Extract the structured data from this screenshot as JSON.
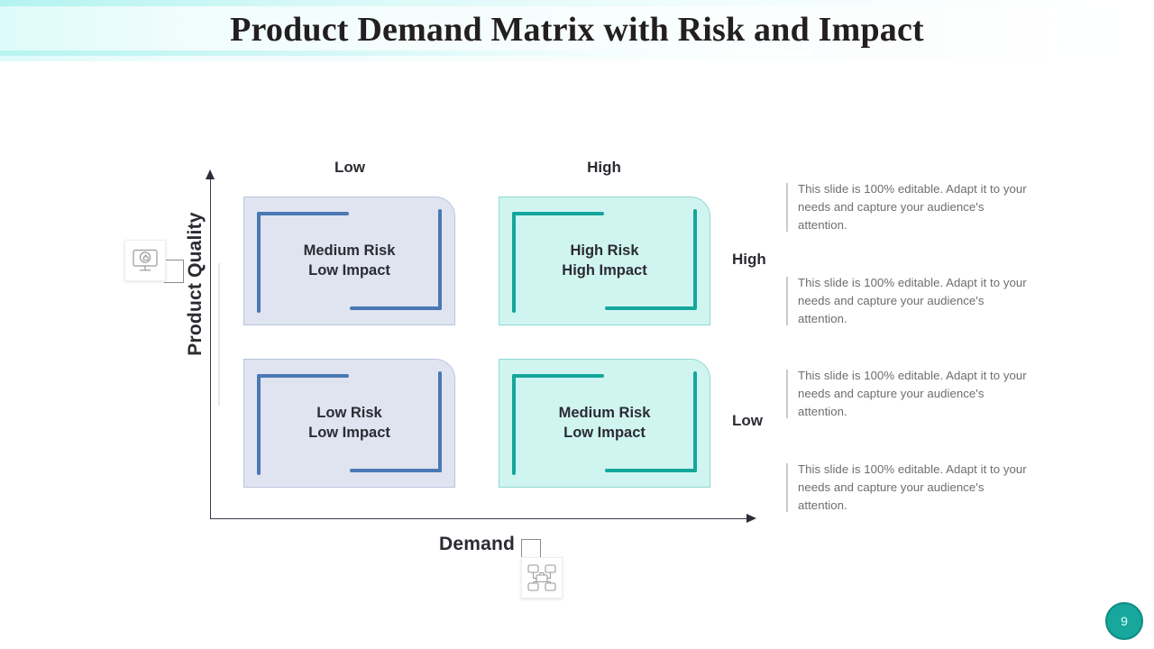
{
  "header": {
    "title": "Product Demand Matrix with Risk and Impact",
    "band_color": "#ddfbfa"
  },
  "axes": {
    "y_title": "Product Quality",
    "x_title": "Demand",
    "column_headers": [
      "Low",
      "High"
    ],
    "row_headers": [
      "High",
      "Low"
    ]
  },
  "quadrants": [
    {
      "id": "top-left",
      "label": "Medium Risk\nLow Impact",
      "risk": "Medium Risk",
      "impact": "Low Impact",
      "demand": "Low",
      "quality": "High",
      "theme": "blue",
      "fill": "#dfe4f0",
      "accent": "#4a78b4"
    },
    {
      "id": "top-right",
      "label": "High Risk\nHigh Impact",
      "risk": "High Risk",
      "impact": "High Impact",
      "demand": "High",
      "quality": "High",
      "theme": "teal",
      "fill": "#d0f5f1",
      "accent": "#13a79b"
    },
    {
      "id": "bottom-left",
      "label": "Low Risk\nLow Impact",
      "risk": "Low Risk",
      "impact": "Low Impact",
      "demand": "Low",
      "quality": "Low",
      "theme": "blue",
      "fill": "#dfe4f0",
      "accent": "#4a78b4"
    },
    {
      "id": "bottom-right",
      "label": "Medium Risk\nLow Impact",
      "risk": "Medium Risk",
      "impact": "Low Impact",
      "demand": "High",
      "quality": "Low",
      "theme": "teal",
      "fill": "#d0f5f1",
      "accent": "#13a79b"
    }
  ],
  "notes": [
    {
      "text": "This slide is 100% editable. Adapt it to your needs and capture your audience's attention."
    },
    {
      "text": "This slide is 100% editable. Adapt it to your needs and capture your audience's attention."
    },
    {
      "text": "This slide is 100% editable. Adapt it to your needs and capture your audience's attention."
    },
    {
      "text": "This slide is 100% editable. Adapt it to your needs and capture your audience's attention."
    }
  ],
  "icons": {
    "quality": "monitor-thumbs-up-icon",
    "demand": "org-chart-briefcase-icon"
  },
  "page": {
    "number": "9",
    "badge_color": "#17a79c"
  }
}
